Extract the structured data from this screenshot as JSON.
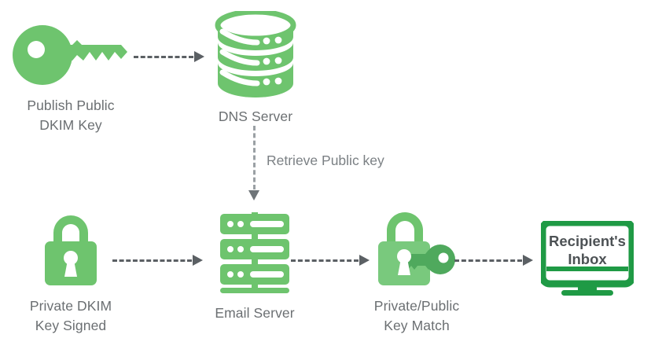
{
  "diagram": {
    "title": "DKIM email authentication flow",
    "background": "#ffffff",
    "colors": {
      "primary_green": "#6ec46e",
      "mid_green": "#5cb566",
      "dark_green": "#1f9a45",
      "arrow_gray": "#5b6064",
      "arrow_gray_light": "#9aa0a4",
      "label_gray": "#6b6f72",
      "screen_text_gray": "#4d5255"
    },
    "nodes": [
      {
        "id": "publish-public-dkim-key",
        "icon": "key-icon",
        "label": "Publish Public\nDKIM Key"
      },
      {
        "id": "dns-server",
        "icon": "database-icon",
        "label": "DNS Server"
      },
      {
        "id": "private-dkim-key-signed",
        "icon": "padlock-closed-icon",
        "label": "Private DKIM\nKey Signed"
      },
      {
        "id": "email-server",
        "icon": "server-rack-icon",
        "label": "Email Server"
      },
      {
        "id": "private-public-key-match",
        "icon": "padlock-open-with-key-icon",
        "label": "Private/Public\nKey Match"
      },
      {
        "id": "recipients-inbox",
        "icon": "monitor-icon",
        "label": "",
        "screen_label": "Recipient's\nInbox"
      }
    ],
    "edges": [
      {
        "id": "key-to-dns",
        "from": "publish-public-dkim-key",
        "to": "dns-server",
        "direction": "right",
        "label": ""
      },
      {
        "id": "dns-to-email-server",
        "from": "dns-server",
        "to": "email-server",
        "direction": "down",
        "label": "Retrieve Public key"
      },
      {
        "id": "lock-to-email-server",
        "from": "private-dkim-key-signed",
        "to": "email-server",
        "direction": "right",
        "label": ""
      },
      {
        "id": "email-server-to-match",
        "from": "email-server",
        "to": "private-public-key-match",
        "direction": "right",
        "label": ""
      },
      {
        "id": "match-to-inbox",
        "from": "private-public-key-match",
        "to": "recipients-inbox",
        "direction": "right",
        "label": ""
      }
    ]
  }
}
